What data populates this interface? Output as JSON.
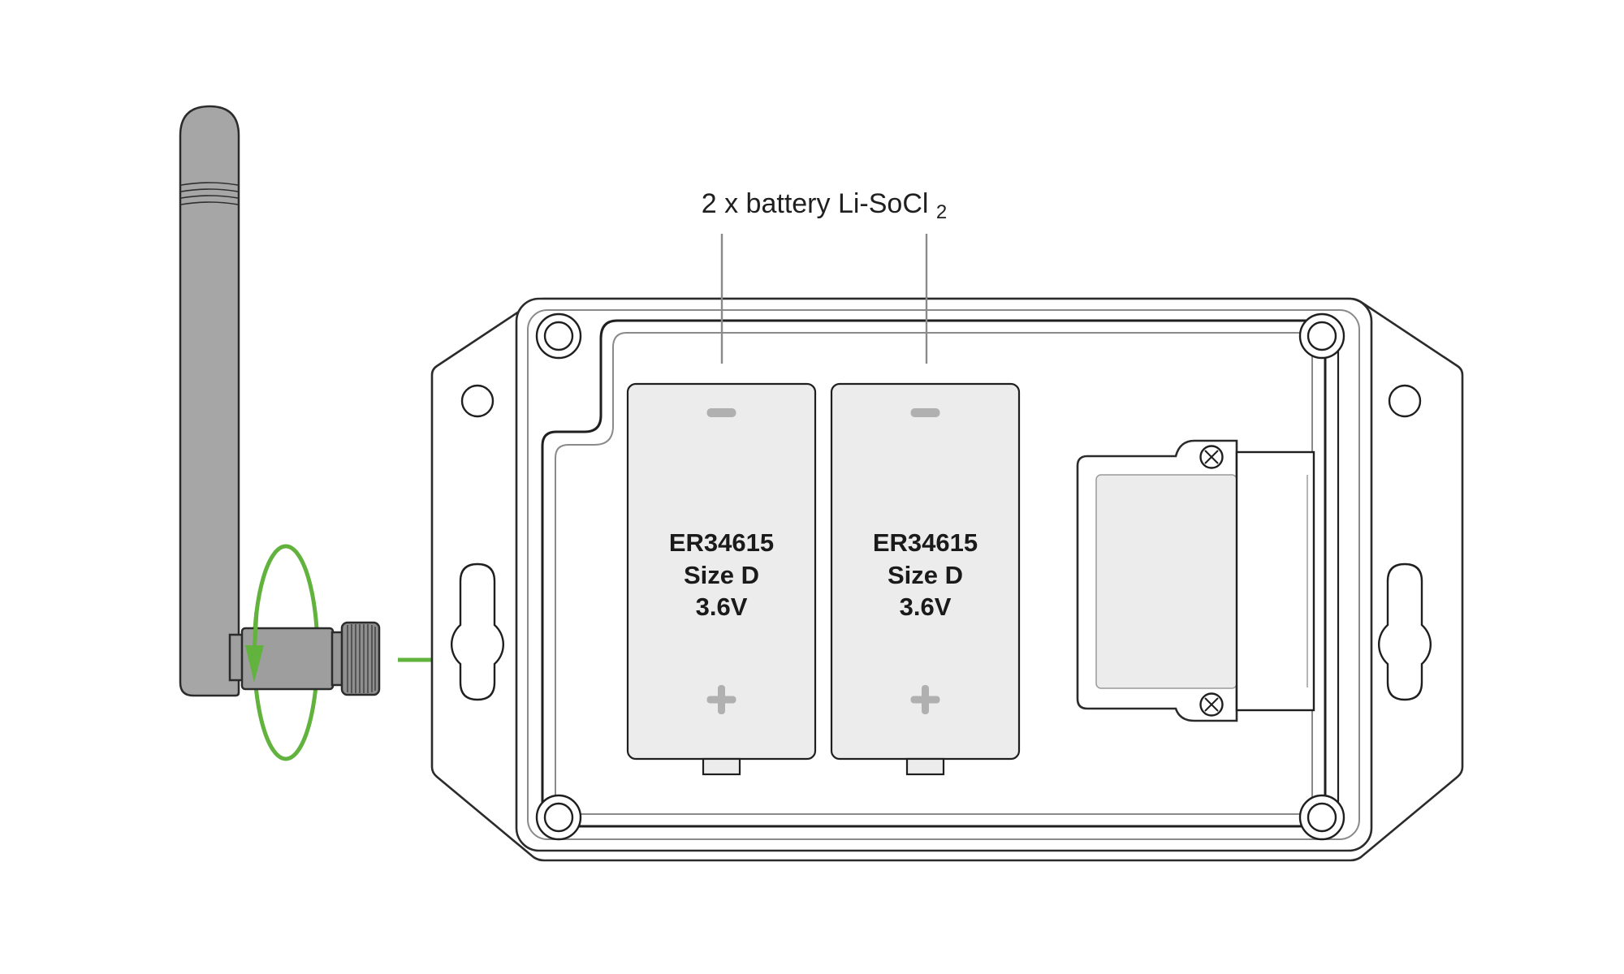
{
  "annotation": {
    "label_main": "2 x battery Li-SoCl",
    "label_sub": "2"
  },
  "batteries": [
    {
      "model": "ER34615",
      "size": "Size D",
      "voltage": "3.6V"
    },
    {
      "model": "ER34615",
      "size": "Size D",
      "voltage": "3.6V"
    }
  ],
  "colors": {
    "accent_green": "#61b33e",
    "line_dark": "#262626",
    "line_gray": "#8a8a8a",
    "battery_fill": "#ececec",
    "battery_terminal": "#b0b0b0",
    "antenna_gray": "#a6a6a6",
    "barrel_gray": "#9e9e9e"
  }
}
